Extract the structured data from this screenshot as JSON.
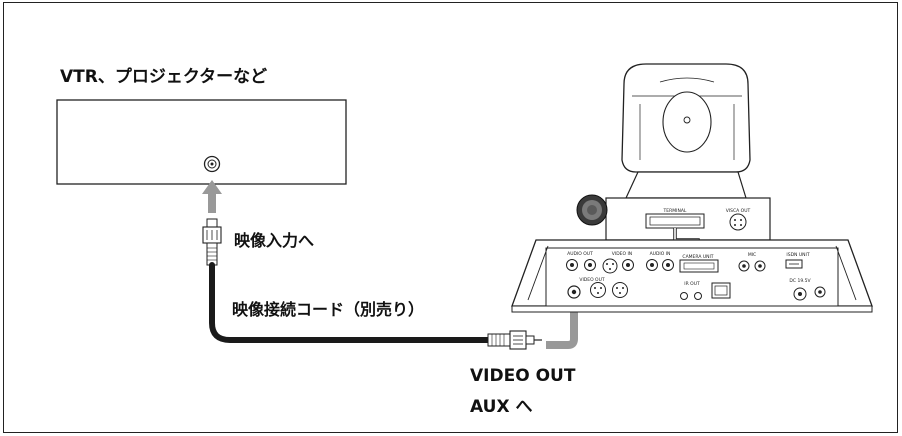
{
  "labels": {
    "device": "VTR、プロジェクターなど",
    "video_input": "映像入力へ",
    "cable": "映像接続コード（別売り）",
    "video_out_line1": "VIDEO OUT",
    "video_out_line2": "AUX へ"
  },
  "panel_labels": {
    "terminal": "TERMINAL",
    "visca_out": "VISCA OUT",
    "audio_out": "AUDIO OUT",
    "video_in": "VIDEO IN",
    "audio_in": "AUDIO IN",
    "camera_unit": "CAMERA UNIT",
    "mic": "MIC",
    "isdn_unit": "ISDN UNIT",
    "video_out": "VIDEO OUT",
    "ir_out": "IR OUT",
    "dc": "DC 19.5V"
  },
  "colors": {
    "arrow": "#999999",
    "cable": "#1a1a1a",
    "line": "#222222"
  }
}
